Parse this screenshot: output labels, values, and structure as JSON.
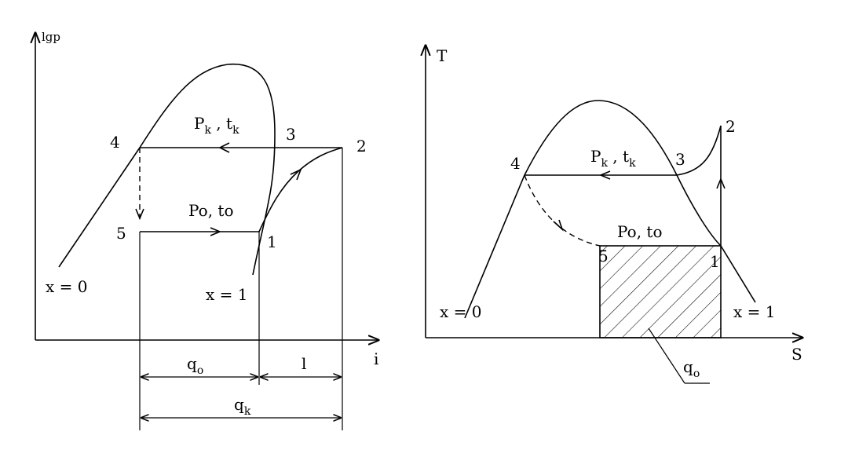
{
  "left": {
    "y_axis_label": "lgp",
    "x_axis_label": "i",
    "points": {
      "p1": "1",
      "p2": "2",
      "p3": "3",
      "p4": "4",
      "p5": "5"
    },
    "condensing_label": {
      "main": "P",
      "sub1": "k",
      "sep": " , t",
      "sub2": "k"
    },
    "evaporating_label": "Po, to",
    "x0": "x = 0",
    "x1": "x = 1",
    "q0": {
      "main": "q",
      "sub": "o"
    },
    "work": "l",
    "qk": {
      "main": "q",
      "sub": "k"
    }
  },
  "right": {
    "y_axis_label": "T",
    "x_axis_label": "S",
    "points": {
      "p1": "1",
      "p2": "2",
      "p3": "3",
      "p4": "4",
      "p5": "5"
    },
    "condensing_label": {
      "main": "P",
      "sub1": "k",
      "sep": " , t",
      "sub2": "k"
    },
    "evaporating_label": "Po, to",
    "x0": "x = 0",
    "x1": "x = 1",
    "q0": {
      "main": "q",
      "sub": "o"
    }
  }
}
